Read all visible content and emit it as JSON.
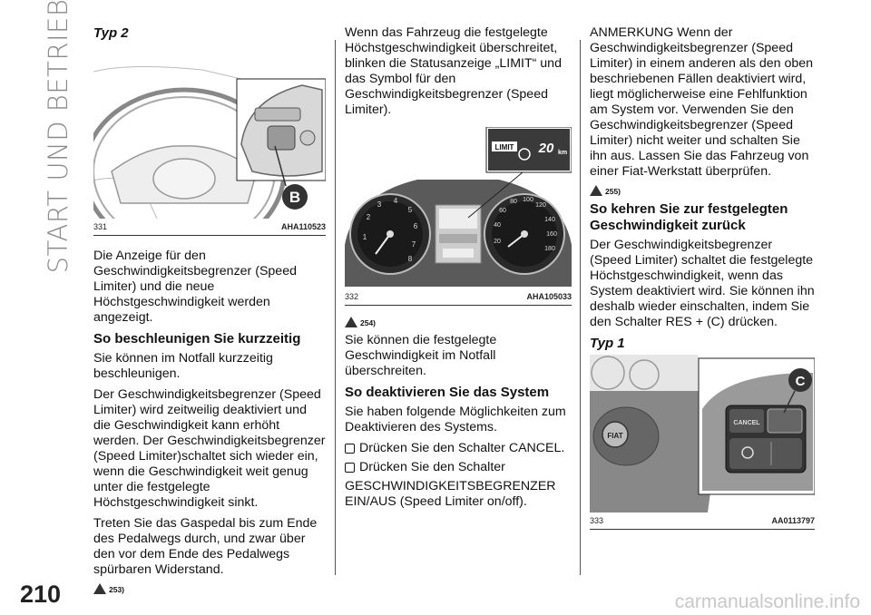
{
  "sidebar": {
    "section_title": "START UND BETRIEB"
  },
  "page_number": "210",
  "watermark": "carmanualsonline.info",
  "col1": {
    "typ_label": "Typ 2",
    "figure": {
      "number": "331",
      "code": "AHA110523",
      "callout": "B"
    },
    "p1": "Die Anzeige für den Geschwindigkeitsbegrenzer (Speed Limiter) und die neue Höchstgeschwindigkeit werden angezeigt.",
    "h1": "So beschleunigen Sie kurzzeitig",
    "p2": "Sie können im Notfall kurzzeitig beschleunigen.",
    "p3": "Der Geschwindigkeitsbegrenzer (Speed Limiter) wird zeitweilig deaktiviert und die Geschwindigkeit kann erhöht werden. Der Geschwindigkeitsbegrenzer (Speed Limiter)schaltet sich wieder ein, wenn die Geschwindigkeit weit genug unter die festgelegte Höchstgeschwindigkeit sinkt.",
    "p4": "Treten Sie das Gaspedal bis zum Ende des Pedalwegs durch, und zwar über den vor dem Ende des Pedalwegs spürbaren Widerstand.",
    "ref": "253)"
  },
  "col2": {
    "p1": "Wenn das Fahrzeug die festgelegte Höchstgeschwindigkeit überschreitet, blinken die Statusanzeige „LIMIT“ und das Symbol für den Geschwindigkeitsbegrenzer (Speed Limiter).",
    "figure": {
      "number": "332",
      "code": "AHA105033",
      "limit_label": "LIMIT",
      "limit_value": "20",
      "limit_unit": "km"
    },
    "ref": "254)",
    "p2": "Sie können die festgelegte Geschwindigkeit im Notfall überschreiten.",
    "h1": "So deaktivieren Sie das System",
    "p3": "Sie haben folgende Möglichkeiten zum Deaktivieren des Systems.",
    "bullet1": "Drücken Sie den Schalter CANCEL.",
    "bullet2": "Drücken Sie den Schalter",
    "p4": "GESCHWINDIGKEITSBEGRENZER EIN/AUS (Speed Limiter on/off)."
  },
  "col3": {
    "p1": "ANMERKUNG Wenn der Geschwindigkeitsbegrenzer (Speed Limiter) in einem anderen als den oben beschriebenen Fällen deaktiviert wird, liegt möglicherweise eine Fehlfunktion am System vor. Verwenden Sie den Geschwindigkeitsbegrenzer (Speed Limiter) nicht weiter und schalten Sie ihn aus. Lassen Sie das Fahrzeug von einer Fiat-Werkstatt überprüfen.",
    "ref": "255)",
    "h1": "So kehren Sie zur festgelegten Geschwindigkeit zurück",
    "p2": "Der Geschwindigkeitsbegrenzer (Speed Limiter) schaltet die festgelegte Höchstgeschwindigkeit, wenn das System deaktiviert wird. Sie können ihn deshalb wieder einschalten, indem Sie den Schalter RES + (C) drücken.",
    "typ_label": "Typ 1",
    "figure": {
      "number": "333",
      "code": "AA0113797",
      "callout": "C",
      "cancel_label": "CANCEL",
      "logo_text": "FIAT"
    }
  }
}
